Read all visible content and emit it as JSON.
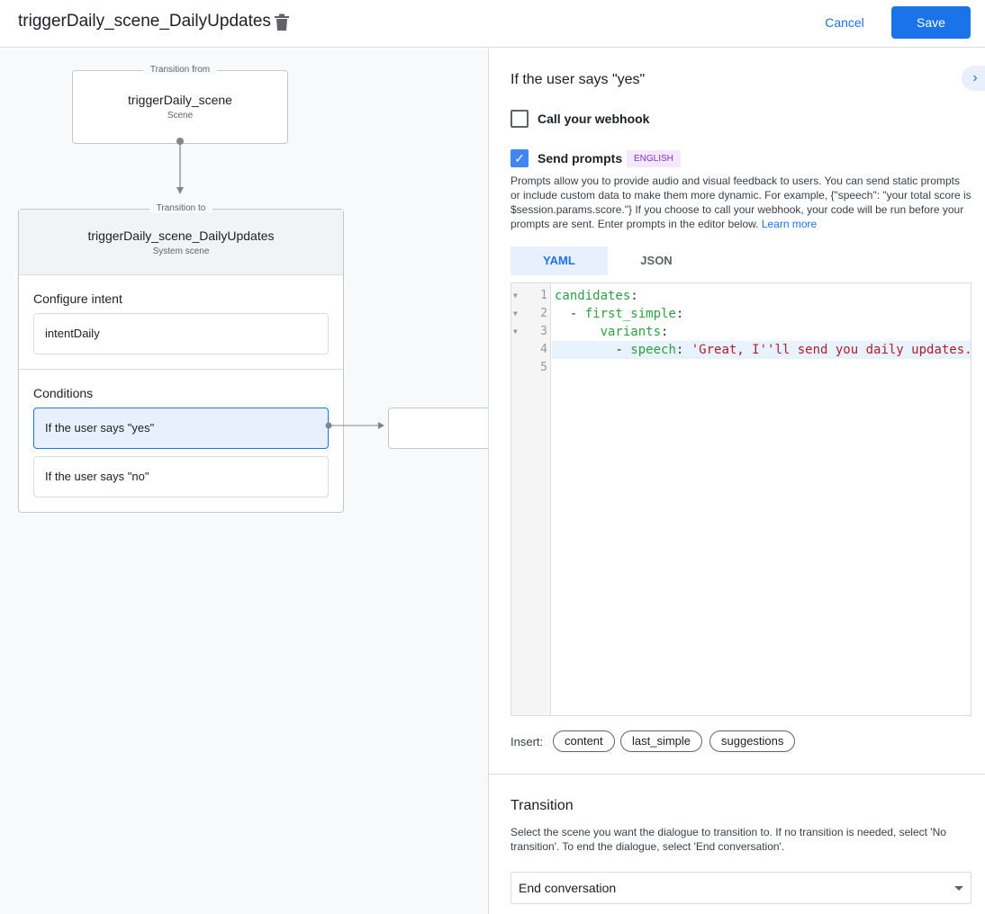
{
  "header": {
    "title": "triggerDaily_scene_DailyUpdates",
    "cancel": "Cancel",
    "save": "Save"
  },
  "canvas": {
    "from": {
      "legend": "Transition from",
      "name": "triggerDaily_scene",
      "type": "Scene"
    },
    "to": {
      "legend": "Transition to",
      "name": "triggerDaily_scene_DailyUpdates",
      "type": "System scene",
      "intent_label": "Configure intent",
      "intent": "intentDaily",
      "conditions_label": "Conditions",
      "conditions": [
        "If the user says \"yes\"",
        "If the user says \"no\""
      ]
    }
  },
  "panel": {
    "title": "If the user says \"yes\"",
    "webhook_label": "Call your webhook",
    "webhook_checked": false,
    "prompts_label": "Send prompts",
    "prompts_checked": true,
    "language_badge": "ENGLISH",
    "description": "Prompts allow you to provide audio and visual feedback to users. You can send static prompts or include custom data to make them more dynamic. For example, {\"speech\": \"your total score is $session.params.score.\"} If you choose to call your webhook, your code will be run before your prompts are sent. Enter prompts in the editor below.",
    "learn_more": "Learn more",
    "tabs": [
      "YAML",
      "JSON"
    ],
    "active_tab": "YAML",
    "code_lines": [
      {
        "n": "1",
        "indent": "",
        "key": "candidates",
        "rest": ":"
      },
      {
        "n": "2",
        "indent": "  - ",
        "key": "first_simple",
        "rest": ":"
      },
      {
        "n": "3",
        "indent": "      ",
        "key": "variants",
        "rest": ":"
      },
      {
        "n": "4",
        "indent": "        - ",
        "key": "speech",
        "rest": ": ",
        "str": "'Great, I''ll send you daily updates."
      },
      {
        "n": "5",
        "indent": "",
        "key": "",
        "rest": ""
      }
    ],
    "insert_label": "Insert:",
    "insert_chips": [
      "content",
      "last_simple",
      "suggestions"
    ],
    "transition_title": "Transition",
    "transition_desc": "Select the scene you want the dialogue to transition to. If no transition is needed, select 'No transition'. To end the dialogue, select 'End conversation'.",
    "transition_value": "End conversation"
  },
  "colors": {
    "accent": "#1a73e8",
    "selected_bg": "#e8f0fe",
    "badge_bg": "#f3e8fd",
    "badge_text": "#8430ce"
  }
}
